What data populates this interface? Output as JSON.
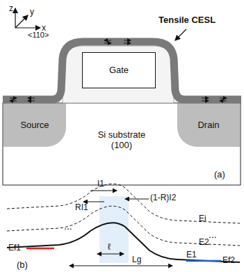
{
  "diagram": {
    "nodes": [
      {
        "text": [
          "Si substrate (100)"
        ]
      },
      {
        "text": [
          "Source"
        ],
        "in": 0
      },
      {
        "text": [
          "Drain"
        ],
        "in": 0
      },
      {
        "text": [
          "Gate"
        ]
      }
    ],
    "labels": [
      "z",
      "y",
      "x",
      "<110>",
      "Tensile CESL",
      "(a)",
      "I1",
      "RI1",
      "(1-R)I2",
      "Ef1",
      "Ef2",
      "Ei",
      "E2",
      "E1",
      "...",
      "...",
      "ℓ",
      "Lg",
      "(b)"
    ]
  }
}
